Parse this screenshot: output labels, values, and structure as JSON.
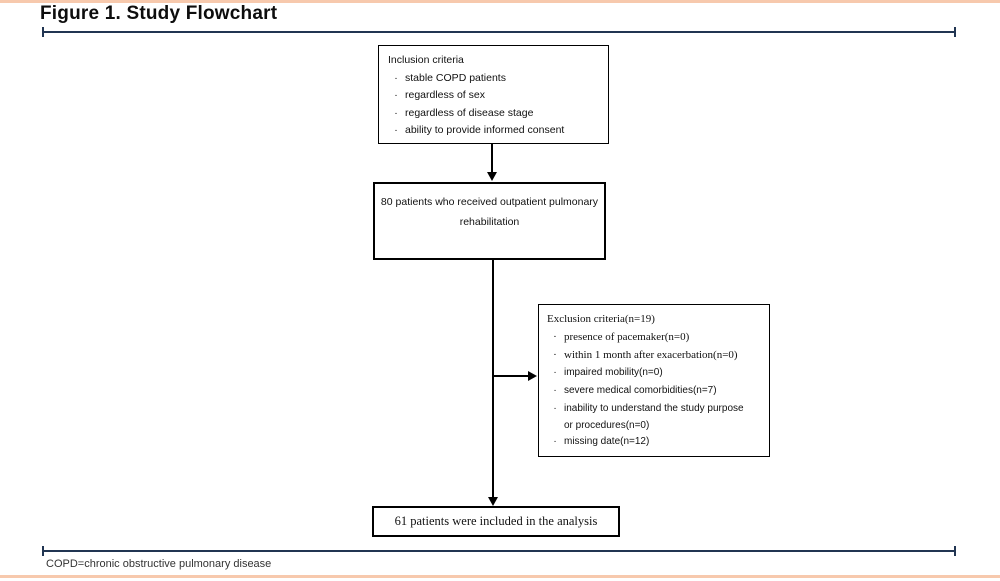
{
  "page": {
    "title": "Figure 1. Study Flowchart",
    "footnote": "COPD=chronic obstructive pulmonary disease"
  },
  "colors": {
    "rule": "#213552",
    "accent_bar": "#f7c9ad",
    "box_border": "#000000",
    "background": "#ffffff"
  },
  "flowchart": {
    "bullet": "·",
    "inclusion": {
      "heading": "Inclusion criteria",
      "items": [
        {
          "text": "stable COPD patients"
        },
        {
          "text": "regardless of sex"
        },
        {
          "text": "regardless of disease stage"
        },
        {
          "text": "ability to provide informed consent"
        }
      ]
    },
    "enrolled": {
      "line1": "80 patients who received outpatient pulmonary",
      "line2": "rehabilitation"
    },
    "exclusion": {
      "heading": "Exclusion criteria(n=19)",
      "items": [
        {
          "text": "presence of pacemaker(n=0)"
        },
        {
          "text": "within 1 month after exacerbation(n=0)"
        },
        {
          "text": "impaired mobility(n=0)"
        },
        {
          "text": "severe medical comorbidities(n=7)"
        },
        {
          "text": "inability to understand the study purpose"
        },
        {
          "text": "or procedures(n=0)"
        },
        {
          "text": "missing date(n=12)"
        }
      ]
    },
    "analyzed": {
      "text": "61 patients were included in the analysis"
    }
  }
}
